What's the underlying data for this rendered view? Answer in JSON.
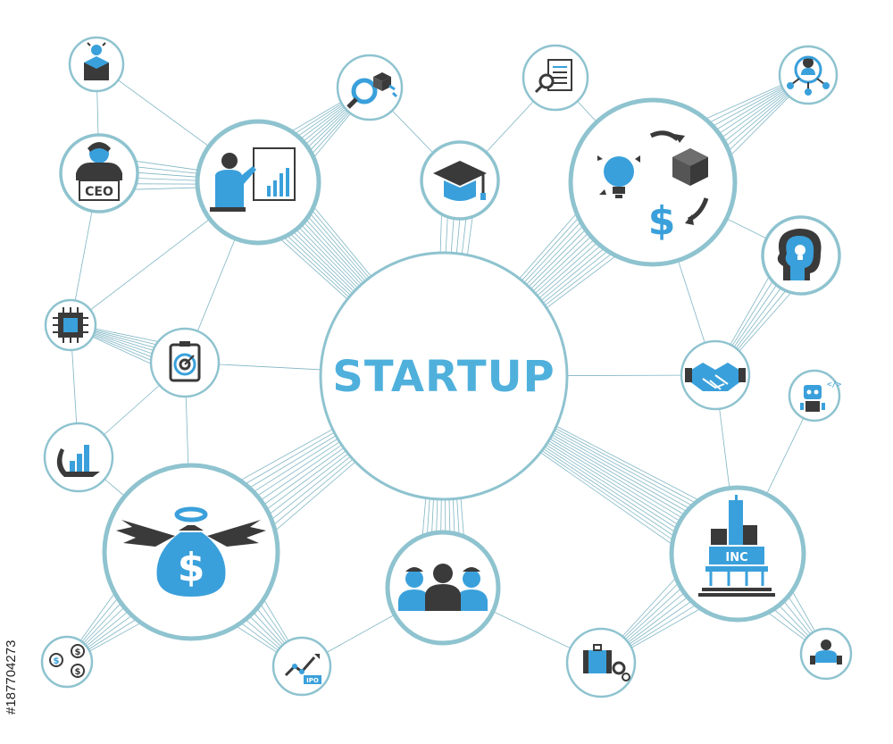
{
  "diagram": {
    "center_label": "STARTUP",
    "nodes": [
      {
        "id": "ceo",
        "icon": "ceo-icon",
        "label": "CEO"
      },
      {
        "id": "presentation",
        "icon": "presentation-icon"
      },
      {
        "id": "idea-box",
        "icon": "idea-box-icon"
      },
      {
        "id": "search-product",
        "icon": "search-product-icon"
      },
      {
        "id": "document-search",
        "icon": "document-search-icon"
      },
      {
        "id": "education",
        "icon": "graduation-cap-icon"
      },
      {
        "id": "idea-product-money",
        "icon": "idea-product-money-icon"
      },
      {
        "id": "network-user",
        "icon": "network-user-icon"
      },
      {
        "id": "head-idea",
        "icon": "head-idea-icon"
      },
      {
        "id": "handshake",
        "icon": "handshake-icon"
      },
      {
        "id": "robot",
        "icon": "robot-icon"
      },
      {
        "id": "company",
        "icon": "company-building-icon",
        "label": "INC"
      },
      {
        "id": "businessman",
        "icon": "businessman-icon"
      },
      {
        "id": "briefcase",
        "icon": "briefcase-gear-icon"
      },
      {
        "id": "team",
        "icon": "team-icon"
      },
      {
        "id": "ipo",
        "icon": "ipo-chart-icon",
        "label": "IPO"
      },
      {
        "id": "money-exchange",
        "icon": "money-exchange-icon"
      },
      {
        "id": "angel-investor",
        "icon": "angel-money-bag-icon"
      },
      {
        "id": "growth",
        "icon": "growth-chart-hand-icon"
      },
      {
        "id": "chip",
        "icon": "chip-icon"
      },
      {
        "id": "target",
        "icon": "target-clipboard-icon"
      }
    ]
  },
  "watermark": {
    "text": "#187704273"
  },
  "colors": {
    "ring": "#8ec3cf",
    "line": "#7fb5c4",
    "blue": "#3aa0db",
    "dark": "#3a3a3a",
    "title": "#4fb0dc"
  }
}
